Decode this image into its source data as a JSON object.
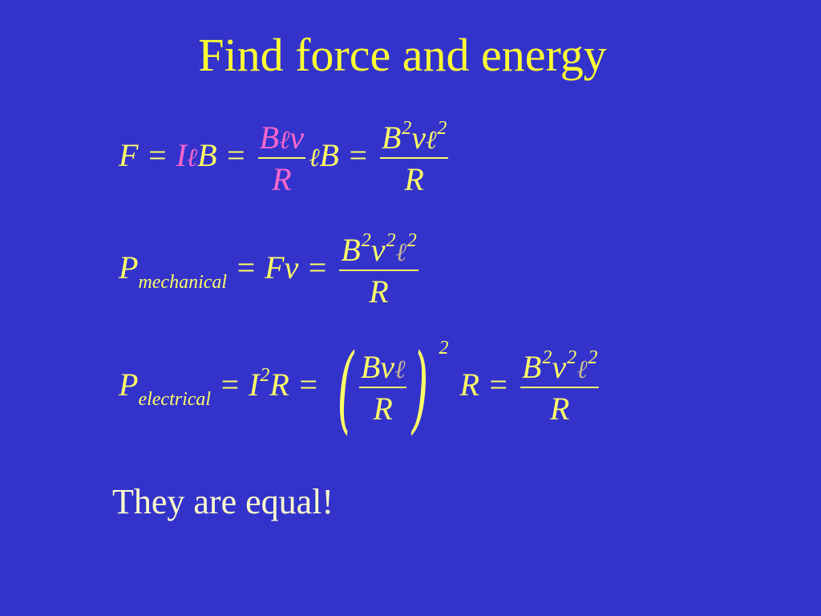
{
  "slide": {
    "title": "Find force and energy",
    "conclusion": "They are equal!"
  },
  "symbols": {
    "F": "F",
    "I": "I",
    "B": "B",
    "R": "R",
    "P": "P",
    "v": "v",
    "ell": "ℓ",
    "eq": "=",
    "two": "2",
    "Fv": "Fv",
    "Bv": "Bv",
    "mechanical": "mechanical",
    "electrical": "electrical"
  },
  "colors": {
    "background": "#3333cc",
    "title": "#ffff33",
    "equation": "#ffff66",
    "highlight": "#ff66cc",
    "conclusion": "#ffffcc"
  }
}
